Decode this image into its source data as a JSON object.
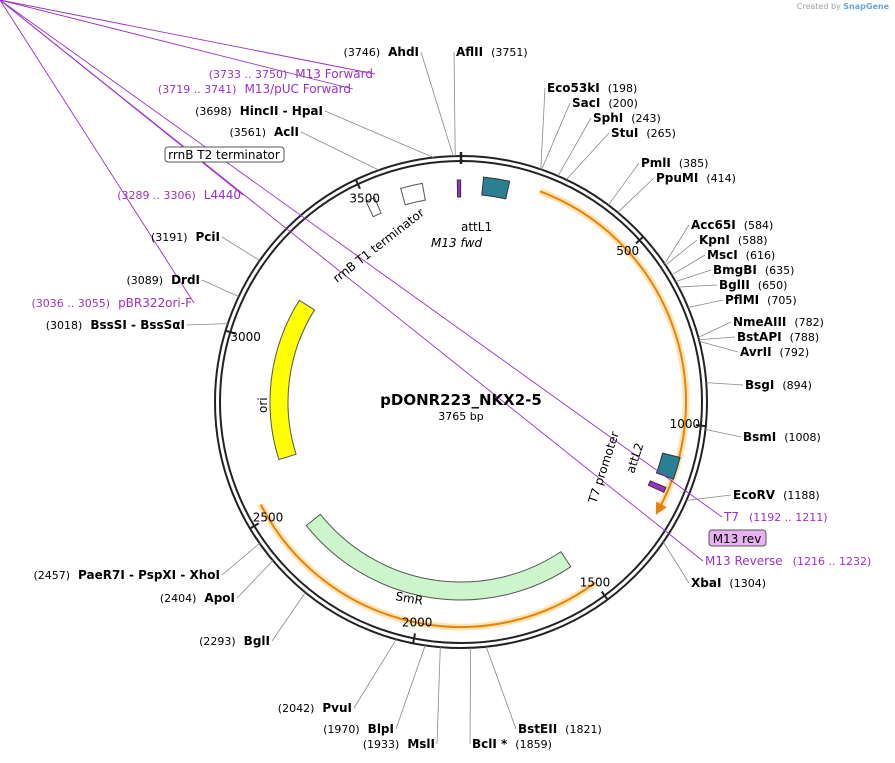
{
  "credit": {
    "prefix": "Created by",
    "brand": "SnapGene"
  },
  "plasmid": {
    "name": "pDONR223_NKX2-5",
    "length_label": "3765 bp"
  },
  "ticks": [
    "500",
    "1000",
    "1500",
    "2000",
    "2500",
    "3000",
    "3500"
  ],
  "enzymes": [
    {
      "label": "AhdI",
      "pos": "(3746)"
    },
    {
      "label": "AflII",
      "pos": "(3751)"
    },
    {
      "label": "Eco53kI",
      "pos": "(198)"
    },
    {
      "label": "SacI",
      "pos": "(200)"
    },
    {
      "label": "SphI",
      "pos": "(243)"
    },
    {
      "label": "StuI",
      "pos": "(265)"
    },
    {
      "label": "PmlI",
      "pos": "(385)"
    },
    {
      "label": "PpuMI",
      "pos": "(414)"
    },
    {
      "label": "Acc65I",
      "pos": "(584)"
    },
    {
      "label": "KpnI",
      "pos": "(588)"
    },
    {
      "label": "MscI",
      "pos": "(616)"
    },
    {
      "label": "BmgBI",
      "pos": "(635)"
    },
    {
      "label": "BglII",
      "pos": "(650)"
    },
    {
      "label": "PflMI",
      "pos": "(705)"
    },
    {
      "label": "NmeAIII",
      "pos": "(782)"
    },
    {
      "label": "BstAPI",
      "pos": "(788)"
    },
    {
      "label": "AvrII",
      "pos": "(792)"
    },
    {
      "label": "BsgI",
      "pos": "(894)"
    },
    {
      "label": "BsmI",
      "pos": "(1008)"
    },
    {
      "label": "EcoRV",
      "pos": "(1188)"
    },
    {
      "label": "XbaI",
      "pos": "(1304)"
    },
    {
      "label": "BstEII",
      "pos": "(1821)"
    },
    {
      "label": "BclI *",
      "pos": "(1859)"
    },
    {
      "label": "MslI",
      "pos": "(1933)"
    },
    {
      "label": "BlpI",
      "pos": "(1970)"
    },
    {
      "label": "PvuI",
      "pos": "(2042)"
    },
    {
      "label": "BglI",
      "pos": "(2293)"
    },
    {
      "label": "ApoI",
      "pos": "(2404)"
    },
    {
      "label": "PaeR7I  -  PspXI  -  XhoI",
      "pos": "(2457)"
    },
    {
      "label": "BssSI  -  BssSαI",
      "pos": "(3018)"
    },
    {
      "label": "DrdI",
      "pos": "(3089)"
    },
    {
      "label": "PciI",
      "pos": "(3191)"
    },
    {
      "label": "AclI",
      "pos": "(3561)"
    },
    {
      "label": "HincII  -  HpaI",
      "pos": "(3698)"
    }
  ],
  "primers": [
    {
      "label": "M13 Forward",
      "pos": "(3733 .. 3750)"
    },
    {
      "label": "M13/pUC Forward",
      "pos": "(3719 .. 3741)"
    },
    {
      "label": "L4440",
      "pos": "(3289 .. 3306)"
    },
    {
      "label": "pBR322ori-F",
      "pos": "(3036 .. 3055)"
    },
    {
      "label": "T7",
      "pos": "(1192 .. 1211)"
    },
    {
      "label": "M13 Reverse",
      "pos": "(1216 .. 1232)"
    }
  ],
  "features": {
    "rrnb_t2": "rrnB T2 terminator",
    "rrnb_t1": "rrnB T1 terminator",
    "attl1": "attL1",
    "m13fwd": "M13 fwd",
    "t7_promoter": "T7 promoter",
    "attl2": "attL2",
    "m13rev": "M13 rev",
    "ori": "ori",
    "smr": "SmR"
  },
  "colors": {
    "backbone": "#222222",
    "orf_orange": "#e8820c",
    "orf_glow": "#fde6b3",
    "att_teal": "#2b7f93",
    "ori_yellow": "#ffff00",
    "smr_green": "#ccf5cc",
    "primer_purple": "#9b30c8",
    "m13_box": "#e6b3f0"
  }
}
